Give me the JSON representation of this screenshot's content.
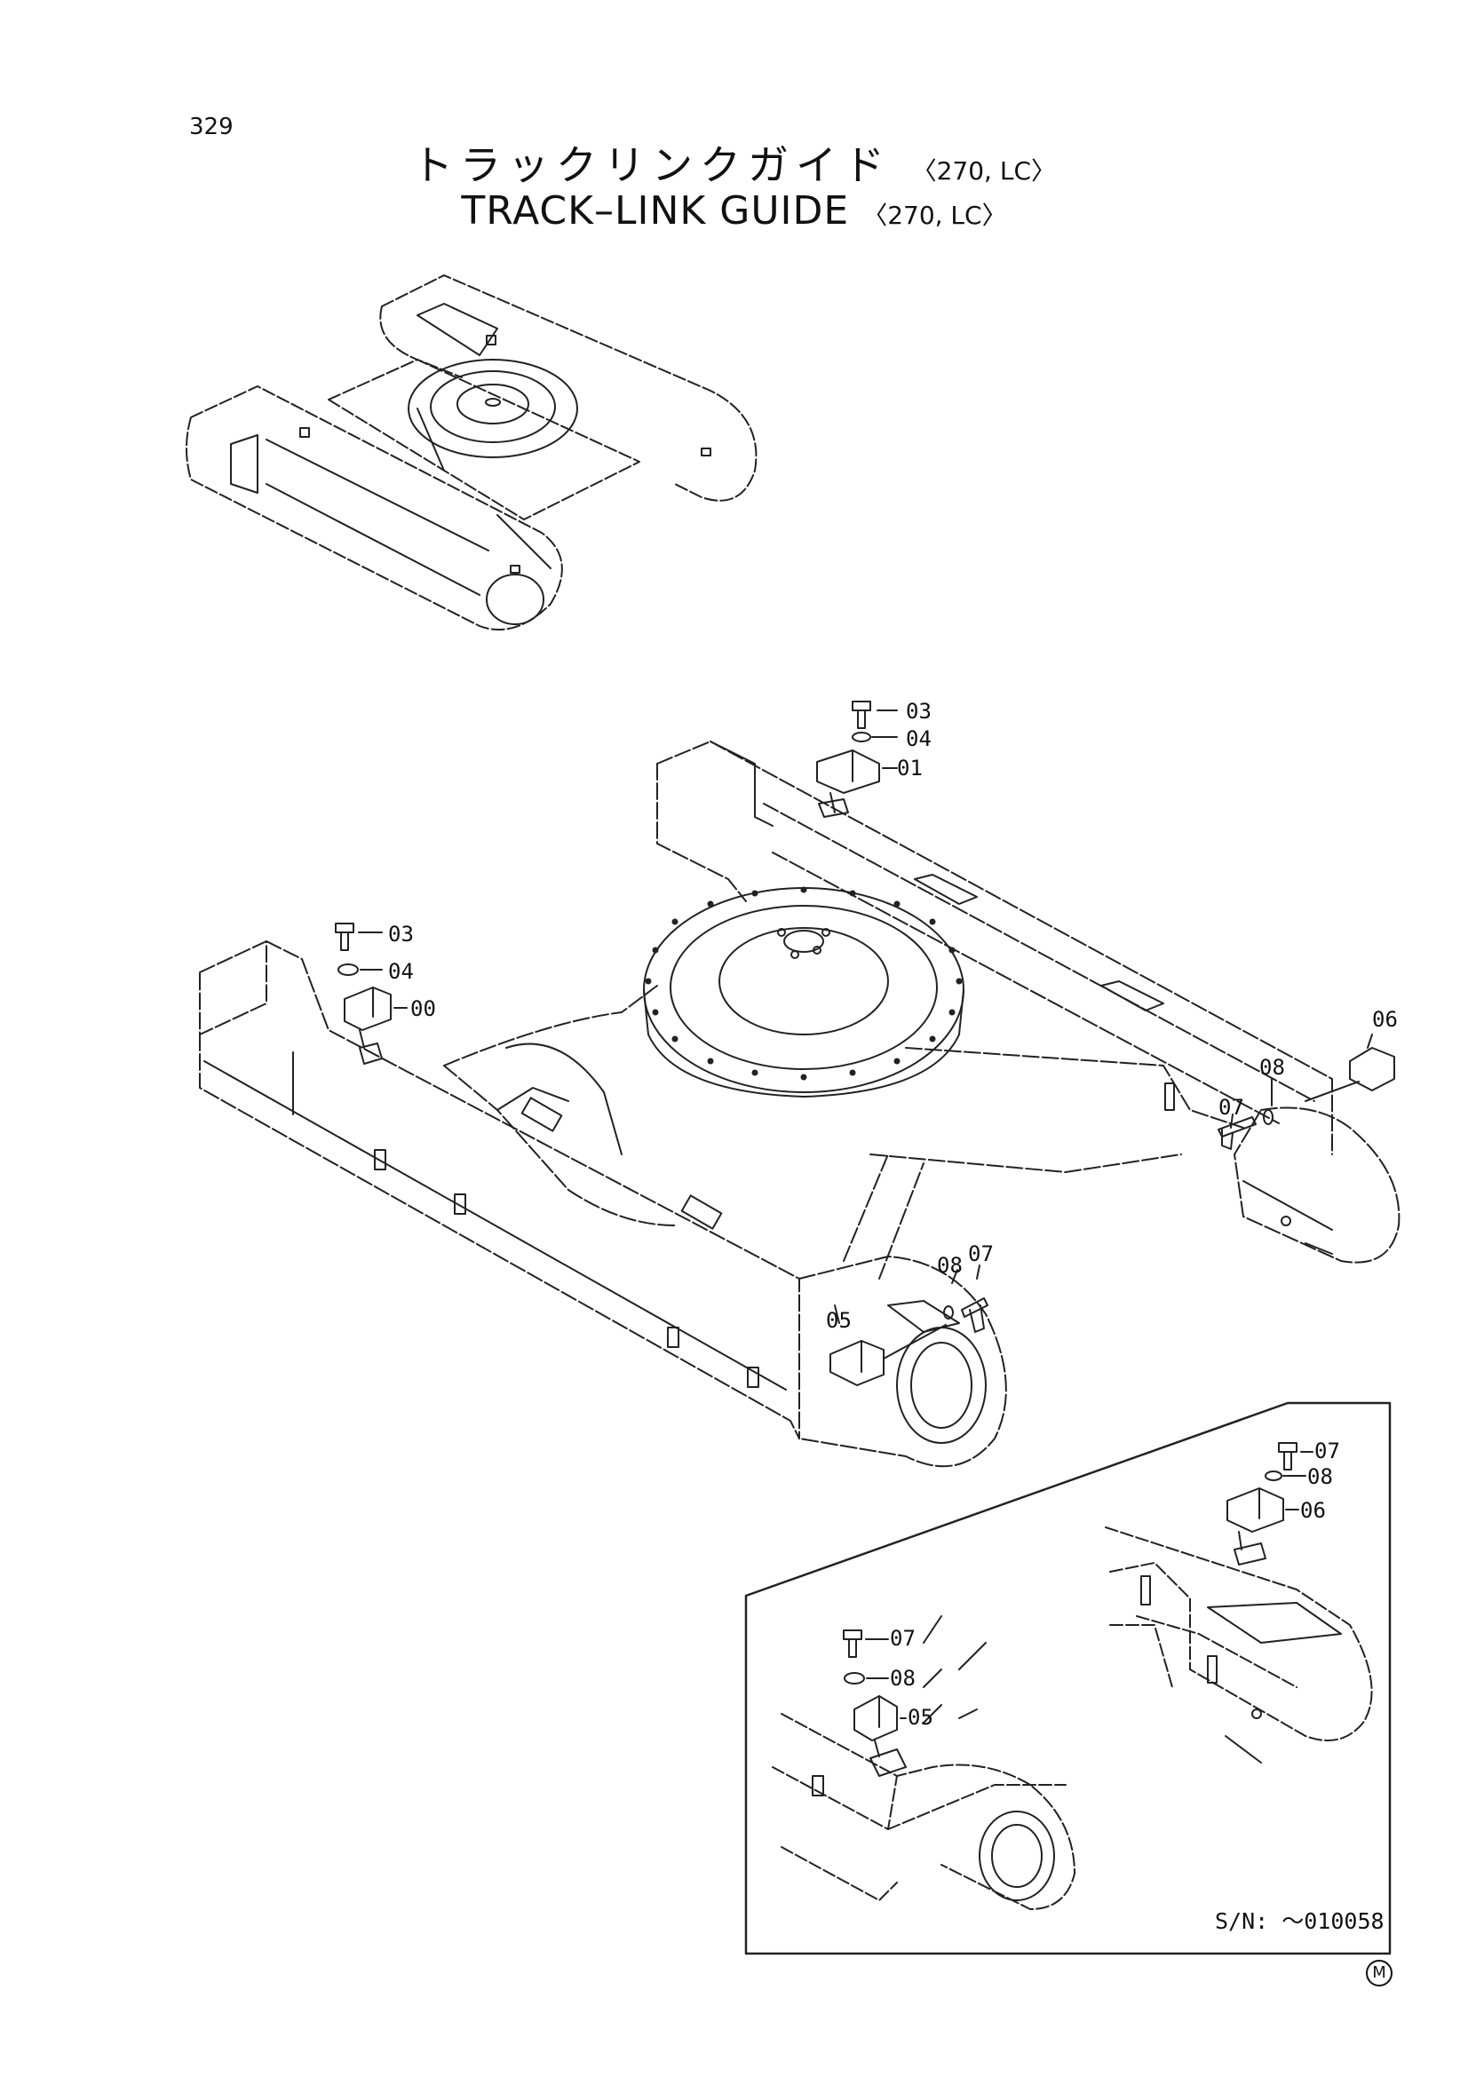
{
  "page_number": "329",
  "title_jp": "トラックリンクガイド",
  "title_en": "TRACK–LINK GUIDE",
  "title_suffix": "〈270, LC〉",
  "callouts": {
    "main_top_03": "03",
    "main_top_04": "04",
    "main_top_01": "01",
    "main_left_03": "03",
    "main_left_04": "04",
    "main_left_00": "00",
    "main_right_06": "06",
    "main_right_08": "08",
    "main_right_07": "07",
    "main_front_08": "08",
    "main_front_07": "07",
    "main_front_05": "05",
    "inset_r_07": "07",
    "inset_r_08": "08",
    "inset_r_06": "06",
    "inset_l_07": "07",
    "inset_l_08": "08",
    "inset_l_05": "05"
  },
  "serial_note": "S/N: ～010058",
  "mark": "M"
}
